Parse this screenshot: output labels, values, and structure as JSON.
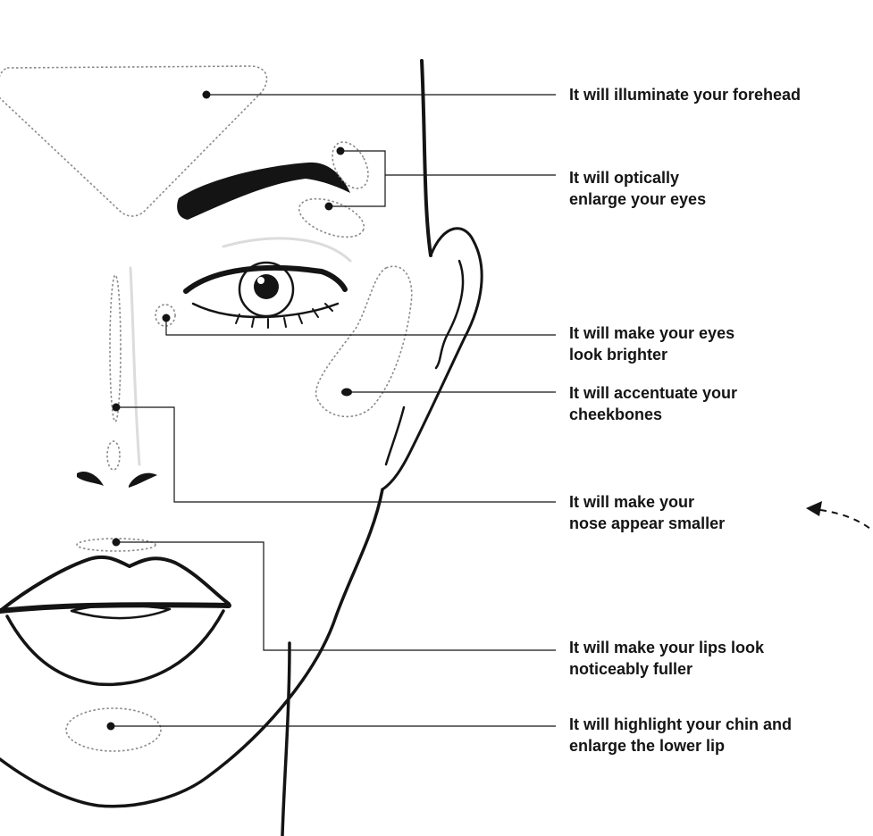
{
  "colors": {
    "ink": "#141414",
    "zone_outline": "#8a8a8a",
    "soft_shadow": "#dcdcdc",
    "background": "#ffffff"
  },
  "labels": {
    "forehead": [
      "It will illuminate your forehead"
    ],
    "eyes_enlarge": [
      "It will optically",
      "enlarge your eyes"
    ],
    "eyes_brighter": [
      "It will make your eyes",
      "look brighter"
    ],
    "cheekbones": [
      "It will accentuate your",
      "cheekbones"
    ],
    "nose": [
      "It will make your",
      "nose appear smaller"
    ],
    "lips": [
      "It will make your lips look",
      "noticeably fuller"
    ],
    "chin": [
      "It will highlight your chin and",
      "enlarge the lower lip"
    ]
  }
}
